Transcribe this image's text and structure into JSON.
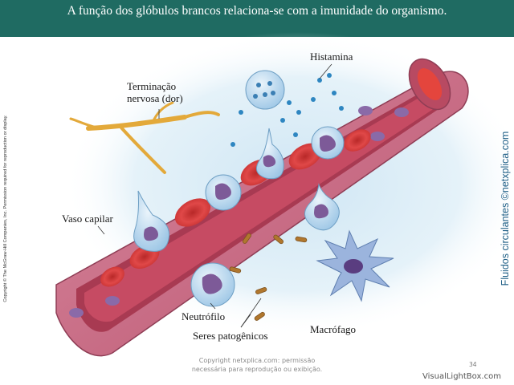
{
  "header": {
    "title": "A função dos glóbulos brancos relaciona-se com a imunidade do organismo."
  },
  "labels": {
    "histamina": "Histamina",
    "terminacao_line1": "Terminação",
    "terminacao_line2": "nervosa (dor)",
    "vaso_capilar": "Vaso capilar",
    "neutrofilo": "Neutrófilo",
    "seres_patogenicos": "Seres patogênicos",
    "macrofago": "Macrófago"
  },
  "side_text": {
    "left": "Copyright © The McGraw-Hill Companies, Inc. Permission required for reproduction or display.",
    "right": "Fluidos circulantes ©netxplica.com"
  },
  "footer": {
    "copyright_line1": "Copyright netxplica.com: permissão",
    "copyright_line2": "necessária para reprodução ou exibição.",
    "page_number": "34",
    "watermark": "VisualLightBox.com"
  },
  "colors": {
    "banner": "#1f6b62",
    "vessel_wall": "#c9677f",
    "red_cell": "#d93a3a",
    "white_cell_nucleus": "#7d5a98",
    "macrophage": "#9bb4dd",
    "tissue_glow": "#d8ecf6",
    "right_text": "#1f5f86"
  }
}
